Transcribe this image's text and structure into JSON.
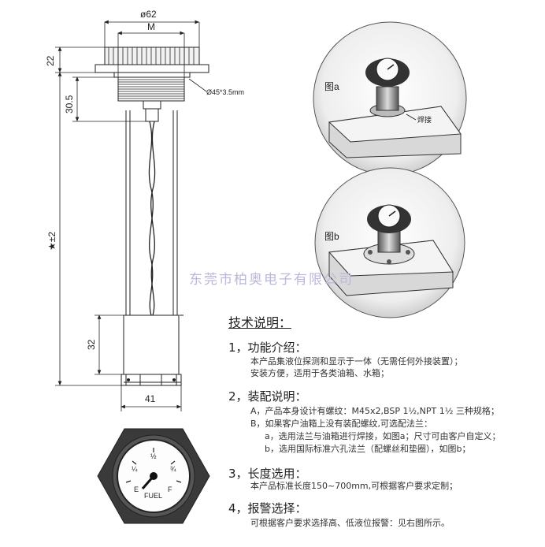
{
  "drawing": {
    "dims": {
      "top_outer": "ø62",
      "top_inner": "M",
      "flange_height": "22",
      "thread_len": "30.5",
      "flange_hole": "Ø45*3.5mm",
      "body_len": "★±2",
      "bottom_block": "32",
      "bottom_width": "41"
    },
    "photo_a": {
      "label": "图a",
      "weld": "焊接"
    },
    "photo_b": {
      "label": "图b"
    },
    "gauge": {
      "half": "½",
      "q1": "¼",
      "q3": "¾",
      "e": "E",
      "f": "F",
      "fuel": "FUEL"
    }
  },
  "watermark": "东莞市柏奥电子有限公司",
  "spec": {
    "title": "技术说明：",
    "s1": {
      "heading": "1，功能介绍：",
      "lines": [
        "本产品集液位探测和显示于一体（无需任何外接装置）；",
        "安装方便，适用于各类油箱、水箱；"
      ]
    },
    "s2": {
      "heading": "2，装配说明：",
      "lines": [
        "A，产品本身设计有螺纹：M45x2,BSP 1½,NPT 1½ 三种规格；",
        "B，如果客户油箱上没有装配螺纹,可选配法兰：",
        "a，选用法兰与油箱进行焊接，如图a；尺寸可由客户自定义；",
        "b，选用国际标准六孔法兰（配螺丝和垫圈），如图b；"
      ]
    },
    "s3": {
      "heading": "3，长度选用：",
      "lines": [
        "本产品标准长度150~700mm,可根据客户要求定制；"
      ]
    },
    "s4": {
      "heading": "4，报警选择：",
      "lines": [
        "可根据客户要求选择高、低液位报警：见右图所示。"
      ]
    }
  }
}
